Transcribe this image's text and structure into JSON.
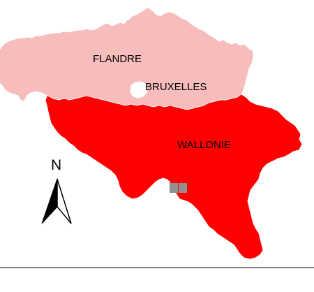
{
  "map": {
    "regions": [
      {
        "id": "flandre",
        "label": "FLANDRE",
        "color": "#f7bcbc"
      },
      {
        "id": "bruxelles",
        "label": "BRUXELLES",
        "color": "#ffffff"
      },
      {
        "id": "wallonie",
        "label": "WALLONIE",
        "color": "#ff0000"
      }
    ],
    "enclave_color": "#909090",
    "north_arrow": {
      "letter": "N",
      "icon": "north-arrow-icon"
    },
    "divider_color": "#555555"
  }
}
